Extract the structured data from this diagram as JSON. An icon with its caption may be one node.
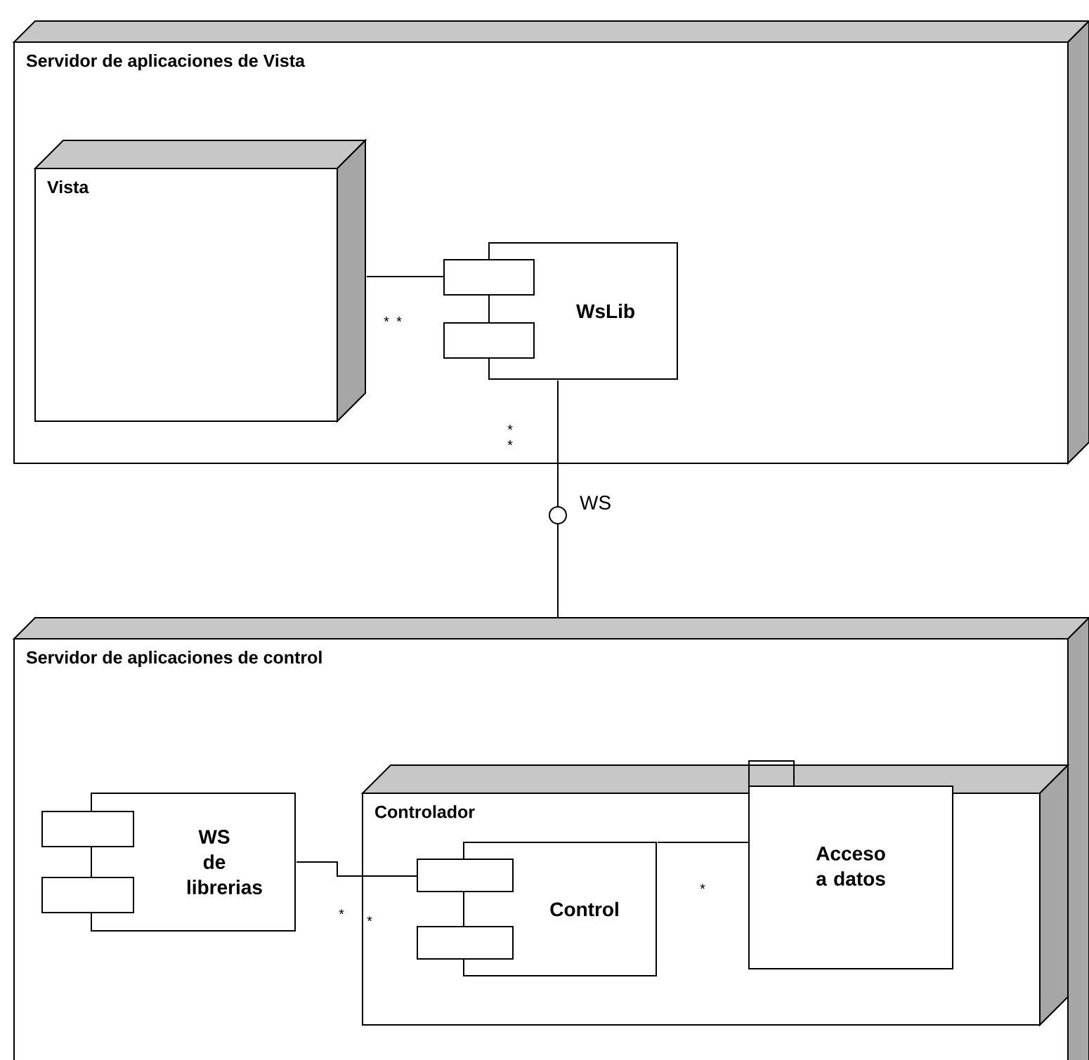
{
  "diagram": {
    "nodes": [
      {
        "text": [
          "Servidor de aplicaciones de Vista"
        ]
      },
      {
        "text": [
          "Vista"
        ],
        "in": 0
      },
      {
        "text": [
          "WsLib"
        ],
        "in": 0
      },
      {
        "text": [],
        "shape": "circle",
        "beside": [
          "WS"
        ]
      },
      {
        "text": [
          "Servidor de aplicaciones de control"
        ]
      },
      {
        "text": [
          "Controlador"
        ],
        "in": 4
      },
      {
        "text": [
          "WS de librerias"
        ],
        "in": 4
      },
      {
        "text": [
          "Control"
        ],
        "in": 5
      },
      {
        "text": [
          "Acceso a datos"
        ],
        "in": 5
      }
    ],
    "edges": [
      {
        "from": 1,
        "to": 2,
        "arrow": "none",
        "label": "*"
      },
      {
        "from": 2,
        "to": 3,
        "arrow": "none",
        "label": "*"
      },
      {
        "from": 3,
        "to": 4,
        "arrow": "none"
      },
      {
        "from": 6,
        "to": 7,
        "arrow": "none",
        "label": "*"
      },
      {
        "from": 7,
        "to": 8,
        "arrow": "none",
        "label": "*"
      }
    ],
    "labels": [
      "*",
      "*",
      "*"
    ]
  }
}
